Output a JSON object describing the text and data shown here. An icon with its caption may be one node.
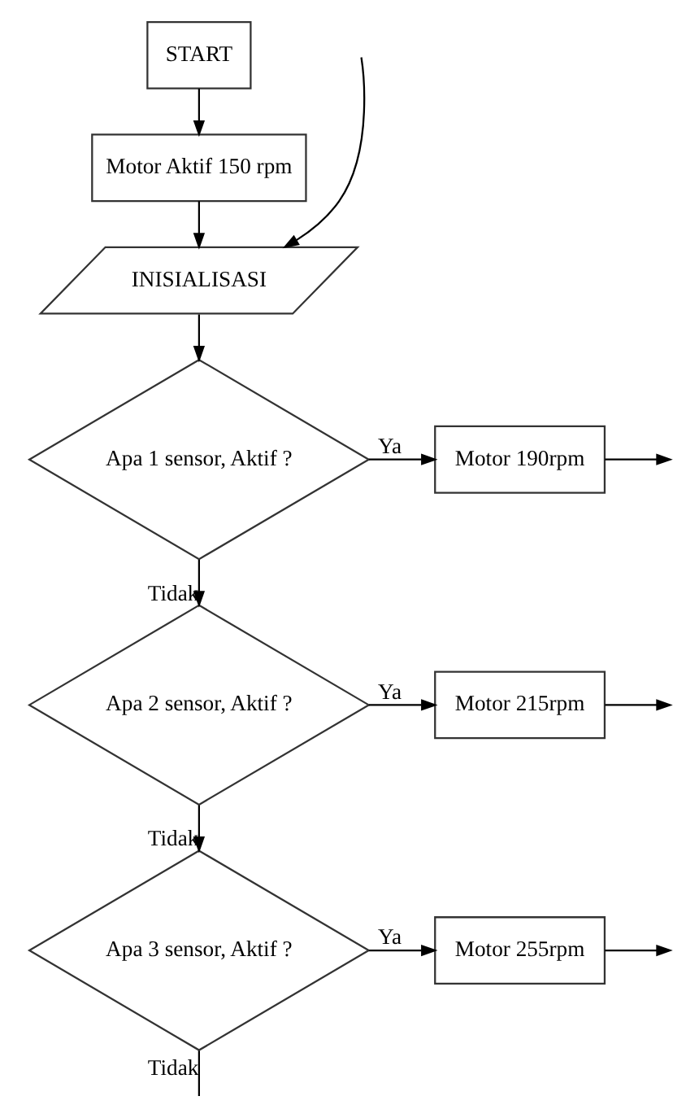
{
  "diagram": {
    "nodes": [
      {
        "text": [
          "START"
        ]
      },
      {
        "text": [
          "Motor Aktif 150 rpm"
        ]
      },
      {
        "text": [
          "INISIALISASI"
        ]
      },
      {
        "text": [
          "Apa 1 sensor, Aktif ?"
        ]
      },
      {
        "text": [
          "Motor 190rpm"
        ]
      },
      {
        "text": [
          "Apa 2 sensor, Aktif ?"
        ]
      },
      {
        "text": [
          "Motor 215rpm"
        ]
      },
      {
        "text": [
          "Apa 3 sensor, Aktif ?"
        ]
      },
      {
        "text": [
          "Motor 255rpm"
        ]
      }
    ],
    "edges": [
      {
        "from": 0,
        "to": 1,
        "arrow": "to"
      },
      {
        "from": 1,
        "to": 2,
        "arrow": "to"
      },
      {
        "from": null,
        "to": 2,
        "arrow": "to"
      },
      {
        "from": 2,
        "to": 3,
        "arrow": "to"
      },
      {
        "from": 3,
        "to": 4,
        "arrow": "to",
        "label": "Ya"
      },
      {
        "from": 4,
        "to": null,
        "arrow": "to"
      },
      {
        "from": 3,
        "to": 5,
        "arrow": "to",
        "label": "Tidak"
      },
      {
        "from": 5,
        "to": 6,
        "arrow": "to",
        "label": "Ya"
      },
      {
        "from": 6,
        "to": null,
        "arrow": "to"
      },
      {
        "from": 5,
        "to": 7,
        "arrow": "to",
        "label": "Tidak"
      },
      {
        "from": 7,
        "to": 8,
        "arrow": "to",
        "label": "Ya"
      },
      {
        "from": 8,
        "to": null,
        "arrow": "to"
      },
      {
        "from": 7,
        "to": null,
        "arrow": "none",
        "label": "Tidak"
      }
    ]
  }
}
